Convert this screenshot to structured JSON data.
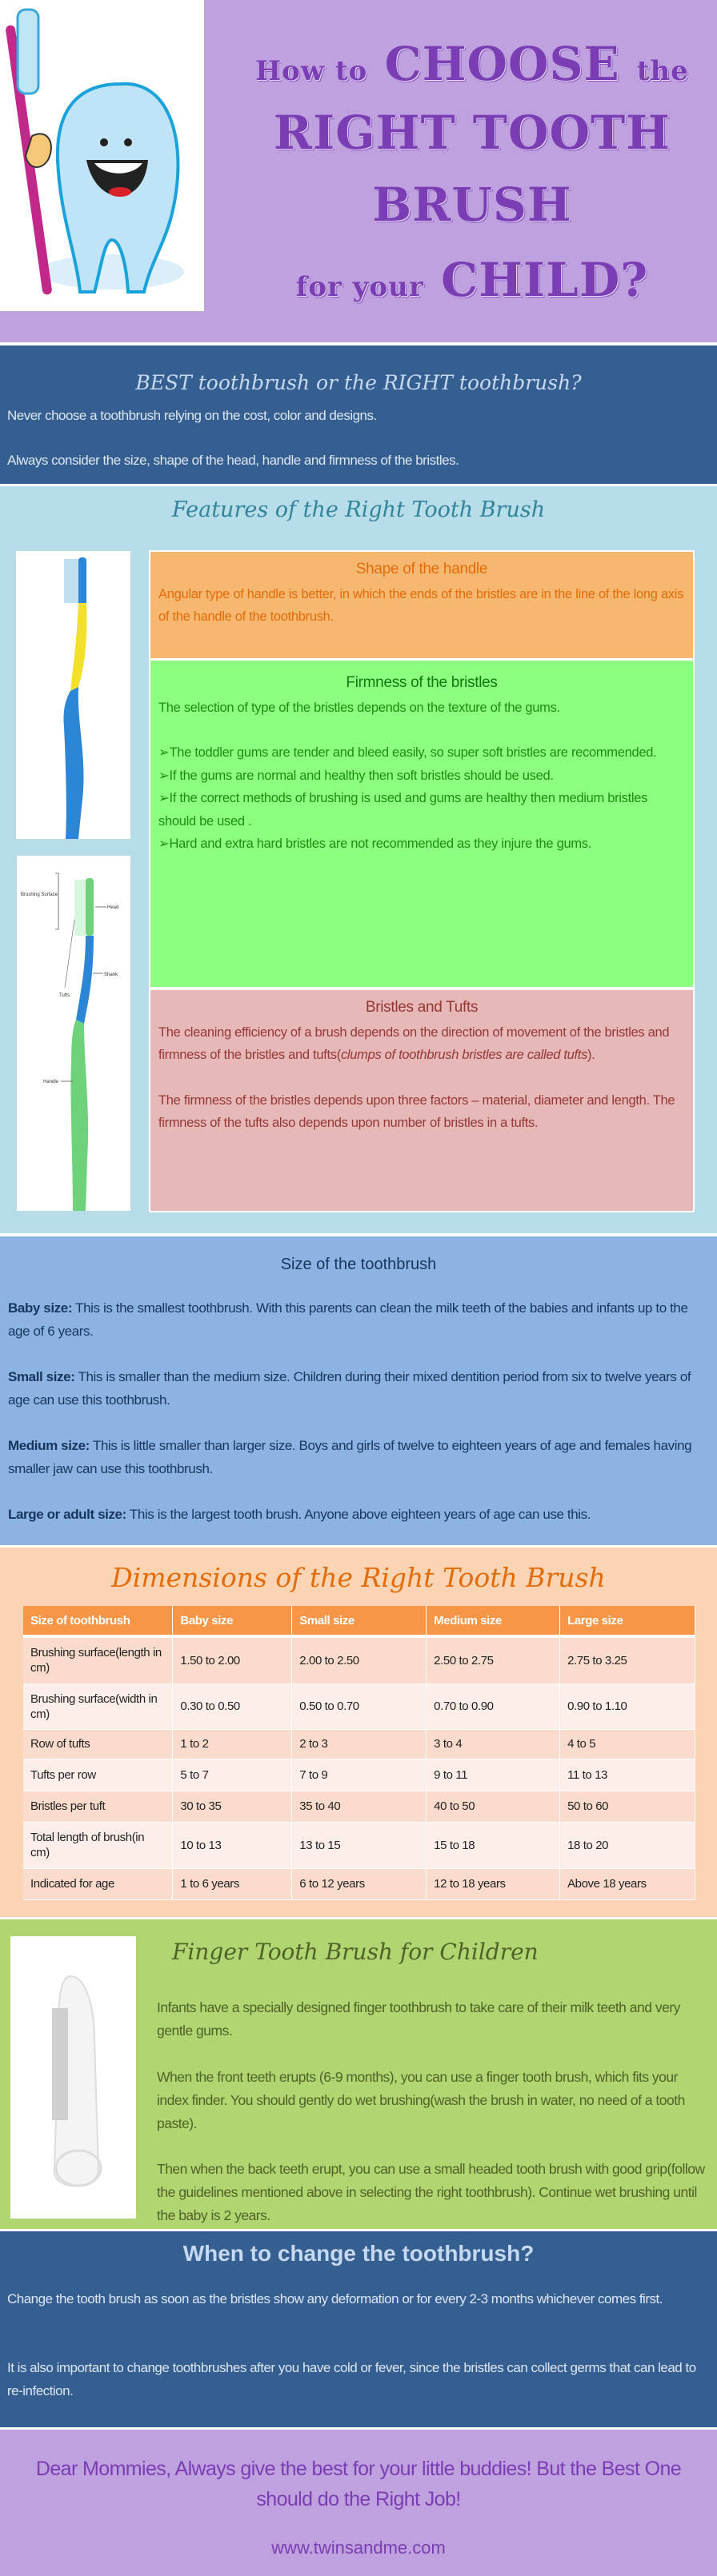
{
  "header": {
    "title_parts": [
      "How to",
      "CHOOSE",
      "the",
      "RIGHT TOOTH",
      "BRUSH",
      "for your",
      "CHILD?"
    ]
  },
  "best": {
    "heading": "BEST toothbrush or the RIGHT toothbrush?",
    "lines": [
      "Never choose a toothbrush relying on the cost, color and designs.",
      "Always consider the size, shape of the head, handle and firmness of the bristles."
    ]
  },
  "features": {
    "heading": "Features of the Right Tooth Brush",
    "diagram_labels": {
      "brushing_surface": "Brushing Surface",
      "head": "Head",
      "shank": "Shank",
      "tufts": "Tufts",
      "handle": "Handle"
    },
    "shape": {
      "title": "Shape of the handle",
      "text": "Angular type of handle is better, in which the ends of the bristles are in the line of the long axis of the handle of the toothbrush."
    },
    "firmness": {
      "title": "Firmness of the bristles",
      "intro": "The selection of type of the bristles depends  on the texture of the gums.",
      "bullets": [
        "The toddler gums are tender  and bleed easily, so super soft bristles are recommended.",
        "If the gums are normal and healthy then soft bristles should be used.",
        "If the correct methods of brushing is used and gums are healthy then medium bristles should be used .",
        "Hard and  extra hard bristles are not  recommended as they injure the gums."
      ],
      "bullet_glyph": "➢"
    },
    "tufts": {
      "title": "Bristles and Tufts",
      "p1_start": "The cleaning efficiency of a brush depends  on the direction of movement of the bristles and firmness of the bristles and tufts(",
      "p1_italic": "clumps of toothbrush bristles are called tufts",
      "p1_end": ").",
      "p2": "The firmness of the bristles depends  upon three factors – material, diameter and length. The firmness of the tufts also depends  upon number of bristles in a tufts."
    }
  },
  "sizes": {
    "heading": "Size of the toothbrush",
    "items": [
      {
        "label": "Baby size:",
        "text": " This is the smallest toothbrush. With this parents can clean the milk teeth of the babies and infants up to the age of 6 years."
      },
      {
        "label": "Small size:",
        "text": " This is smaller than the medium size. Children during their mixed dentition period from six to twelve years of age can use this toothbrush."
      },
      {
        "label": "Medium size:",
        "text": " This is little smaller than larger size. Boys and girls of twelve to eighteen years of age and females having smaller jaw can use this toothbrush."
      },
      {
        "label": "Large or adult size:",
        "text": " This is the largest tooth brush. Anyone above eighteen years of age can use this."
      }
    ]
  },
  "dimensions": {
    "heading": "Dimensions of the Right Tooth Brush",
    "columns": [
      "Size of toothbrush",
      "Baby size",
      "Small size",
      "Medium size",
      "Large size"
    ],
    "rows": [
      [
        "Brushing surface(length in cm)",
        "1.50 to 2.00",
        "2.00 to 2.50",
        "2.50 to 2.75",
        "2.75 to 3.25"
      ],
      [
        "Brushing surface(width in cm)",
        "0.30 to 0.50",
        "0.50 to 0.70",
        "0.70 to 0.90",
        "0.90 to 1.10"
      ],
      [
        "Row of tufts",
        "1 to 2",
        "2 to 3",
        "3 to 4",
        "4 to 5"
      ],
      [
        "Tufts per row",
        "5 to 7",
        "7 to 9",
        "9 to 11",
        "11 to 13"
      ],
      [
        "Bristles per tuft",
        "30 to 35",
        "35 to 40",
        "40 to 50",
        "50 to 60"
      ],
      [
        "Total length of brush(in cm)",
        "10 to 13",
        "13 to 15",
        "15 to 18",
        "18 to 20"
      ],
      [
        "Indicated for age",
        "1 to 6 years",
        "6 to 12 years",
        "12 to 18 years",
        "Above 18 years"
      ]
    ]
  },
  "finger": {
    "heading": "Finger Tooth Brush for Children",
    "paragraphs": [
      "Infants have a specially designed finger toothbrush to take care of their milk teeth and very gentle gums.",
      "When the front teeth erupts (6-9 months), you can use a finger tooth brush, which fits your index finder. You should gently do wet brushing(wash the brush in water, no need of a tooth paste).",
      "Then when the back teeth erupt, you can use a small headed tooth brush with good grip(follow the guidelines mentioned above in selecting the right toothbrush). Continue wet brushing until the baby is 2 years."
    ]
  },
  "change": {
    "heading": "When to change the toothbrush?",
    "paragraphs": [
      "Change the tooth brush as soon as the bristles show any deformation or for every 2-3 months whichever comes first.",
      "It is also important to change toothbrushes after you have cold or fever, since the bristles can collect germs that can lead to re-infection."
    ]
  },
  "footer": {
    "message": "Dear Mommies, Always give the best for your little buddies! But the Best One should do the Right Job!",
    "website": "www.twinsandme.com"
  },
  "colors": {
    "purple_bg": "#bfa1df",
    "title_purple": "#7a3db3",
    "dark_blue": "#365f91",
    "light_blue": "#b6dde8",
    "mid_blue": "#8db3e2",
    "peach": "#fbd4b4",
    "orange": "#f79646",
    "green": "#b1d571"
  }
}
